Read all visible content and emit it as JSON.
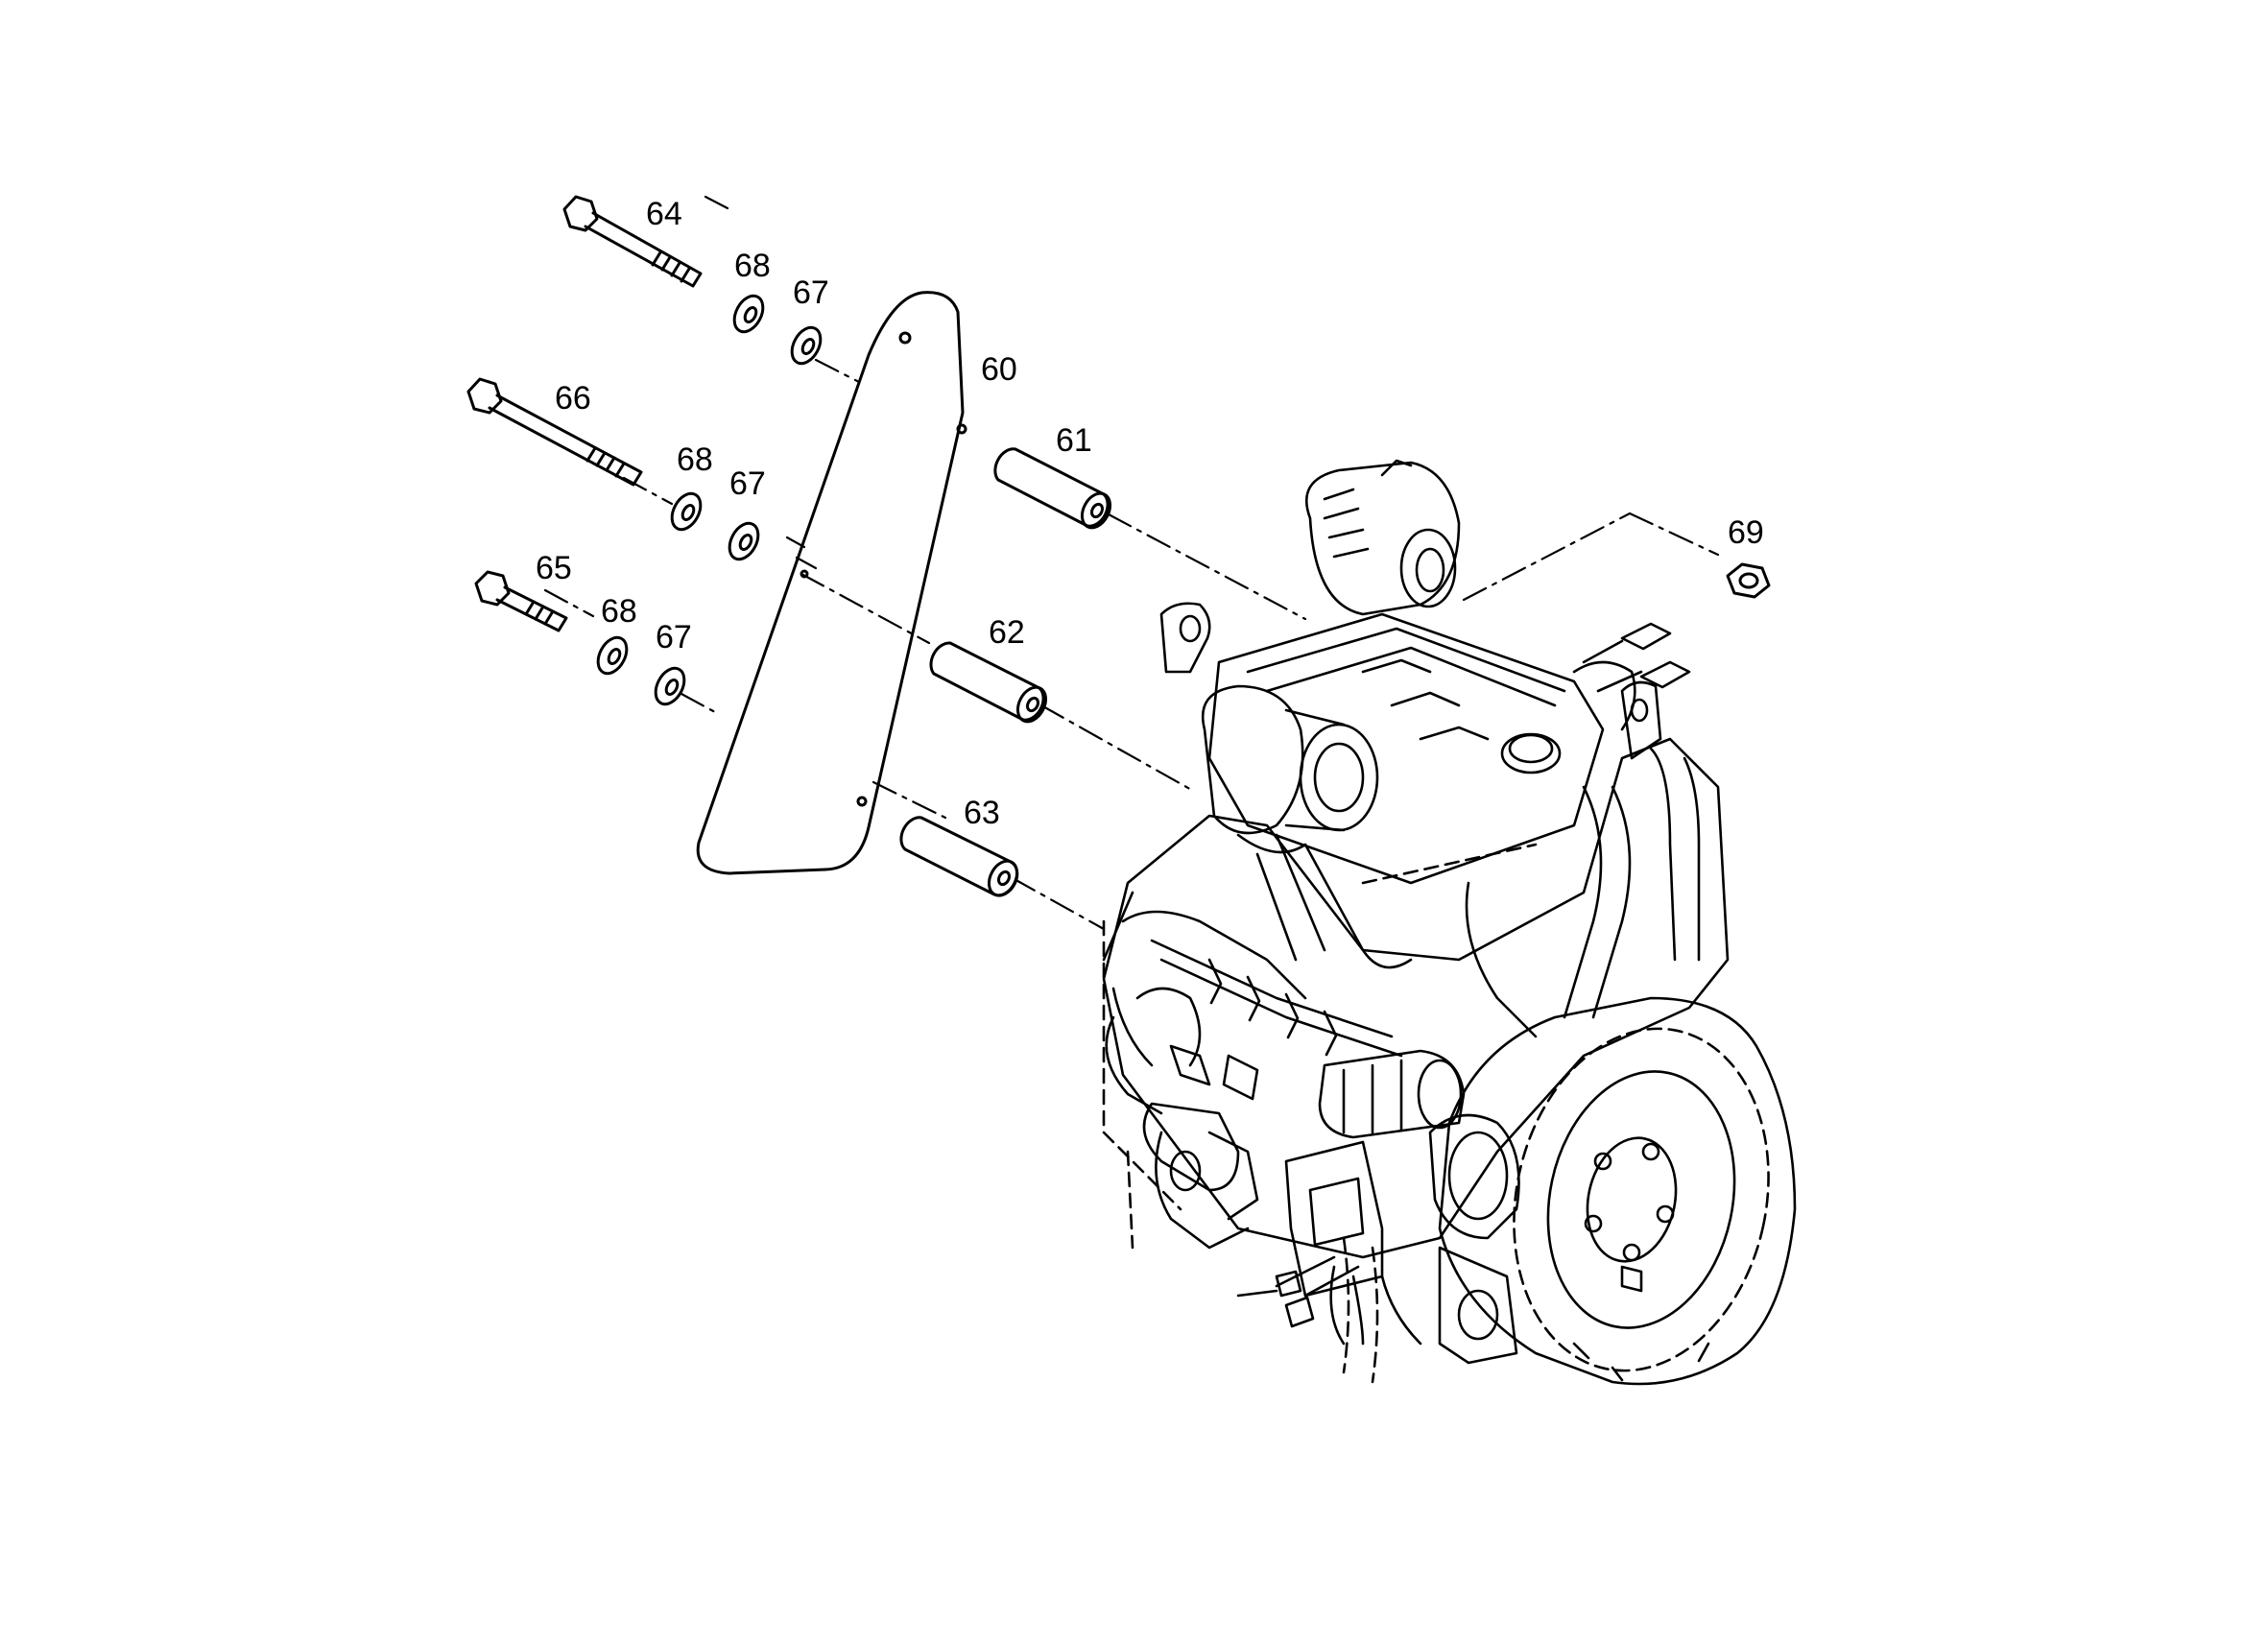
{
  "colors": {
    "ink": "#000000",
    "paper": "#ffffff"
  },
  "labels": {
    "l60": "60",
    "l61": "61",
    "l62": "62",
    "l63": "63",
    "l64": "64",
    "l65": "65",
    "l66": "66",
    "l67a": "67",
    "l67b": "67",
    "l67c": "67",
    "l68a": "68",
    "l68b": "68",
    "l68c": "68",
    "l69": "69"
  }
}
